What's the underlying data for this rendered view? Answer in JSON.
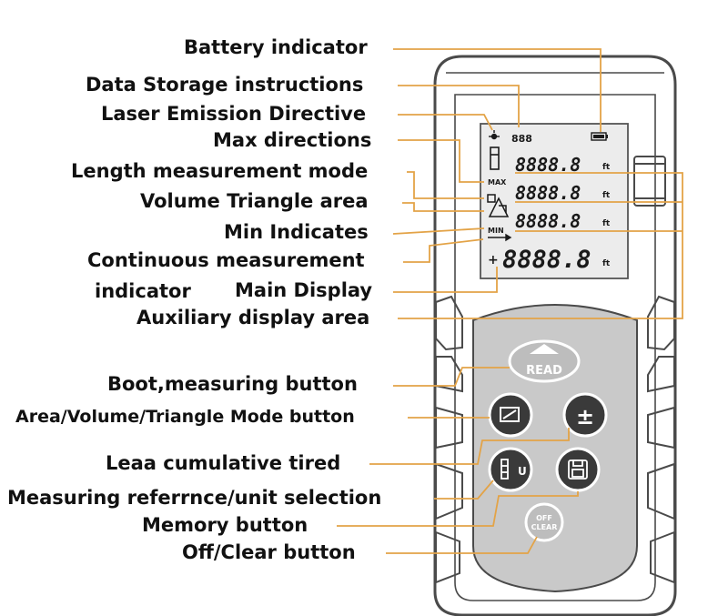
{
  "labels": {
    "battery": "Battery indicator",
    "data_storage": "Data Storage instructions",
    "laser": "Laser Emission Directive",
    "max_dir": "Max directions",
    "length_mode": "Length measurement mode",
    "volume_triangle": "Volume Triangle area",
    "min_ind": "Min Indicates",
    "continuous_1": "Continuous measurement",
    "continuous_2": "indicator",
    "main_display": "Main Display",
    "aux_display": "Auxiliary display area",
    "boot_button": "Boot,measuring button",
    "area_button": "Area/Volume/Triangle Mode button",
    "cumulative": "Leaa cumulative tired",
    "reference": "Measuring referrnce/unit selection",
    "memory": "Memory button",
    "off_clear": "Off/Clear button"
  },
  "lcd": {
    "row1": "8888.8",
    "row2": "8888.8",
    "row3": "8888.8",
    "main": "8888.8",
    "max": "MAX",
    "min": "MIN",
    "unit": "ft",
    "storage_symbol": "888",
    "sign": "+"
  },
  "buttons": {
    "read": "READ",
    "plus_minus": "±",
    "off": "OFF",
    "clear": "CLEAR",
    "unit_letter": "U"
  },
  "colors": {
    "leader": "#e3a347",
    "body_outline": "#4a4a4a",
    "keypad": "#c9c9c9",
    "button": "#3a3a3a"
  }
}
